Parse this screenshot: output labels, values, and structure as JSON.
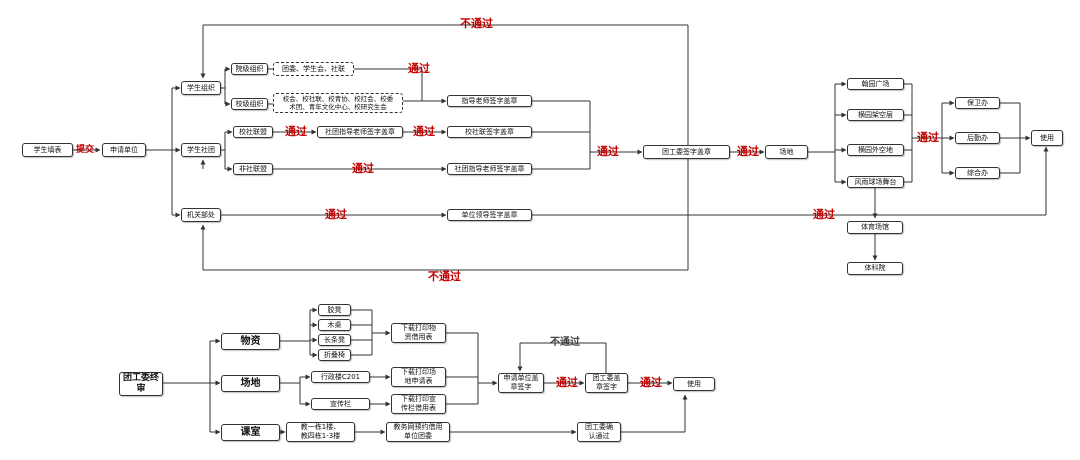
{
  "top": {
    "student_apply": "学生填表",
    "submit": "提交",
    "applicant_unit": "申请单位",
    "student_org": "学生组织",
    "student_club": "学生社团",
    "admin_dept": "机关部处",
    "college_org": "院级组织",
    "college_org_list": "团委、学生会、社联",
    "school_org": "校级组织",
    "school_org_list": "校会、校社联、校青协、校红会、校委\n术团、青年文化中心、校研究生会",
    "school_club": "校社联盟",
    "non_club": "非社联盟",
    "advisor_sign": "指导老师签字盖章",
    "club_advisor_sign": "社团指导老师签字盖章",
    "club_union_sign": "校社联签字盖章",
    "club_advisor_sign2": "社团指导老师签字盖章",
    "unit_leader_sign": "单位领导签字盖章",
    "youth_league_sign": "团工委签字盖章",
    "venue": "场地",
    "venues": [
      "翰园广场",
      "横园架空层",
      "横园外空地",
      "风雨球场舞台"
    ],
    "sports_venue": "体育场馆",
    "sports_dept": "体科院",
    "offices": [
      "保卫办",
      "后勤办",
      "综合办"
    ],
    "use": "使用",
    "pass": "通过",
    "fail": "不通过"
  },
  "bottom": {
    "approve": "团工委终审",
    "materials": "物资",
    "site": "场地",
    "classroom": "课室",
    "items": [
      "胶凳",
      "木桌",
      "长条凳",
      "折叠椅"
    ],
    "download_materials": "下载打印物\n资借用表",
    "admin_building": "行政楼C201",
    "publicity": "宣传栏",
    "download_site": "下载打印场\n地申请表",
    "download_publicity": "下载打印宣\n传栏借用表",
    "classroom_buildings": "教一栋1楼、\n教四栋1-3楼",
    "academic_booking": "教务网预约借用\n单位团委",
    "apply_stamp": "申请单位盖\n章签字",
    "league_stamp": "团工委盖\n章签字",
    "league_confirm": "团工委确\n认通过",
    "pass": "通过",
    "fail": "不通过",
    "use": "使用"
  }
}
